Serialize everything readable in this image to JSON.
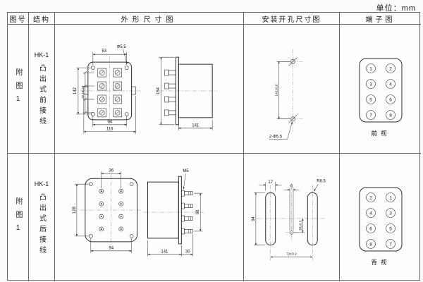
{
  "unit_note": "单位：mm",
  "headers": {
    "fig_no": "图号",
    "structure": "结构",
    "outline": "外形尺寸图",
    "mounting": "安装开孔尺寸图",
    "terminal": "端子图"
  },
  "rows": [
    {
      "fig_label": "附图1",
      "model": "HK-1",
      "structure": "凸出式前接线",
      "outline": {
        "top_width": "53",
        "hole_dia": "Φ5.5",
        "height": "142",
        "row_pitch": "19;19;19",
        "width_inner": "94",
        "width_outer": "116",
        "flange_height": "154",
        "depth": "141"
      },
      "mounting": {
        "hole_pitch": "142±0.8",
        "holes": "2-Φ5.5"
      },
      "terminal": {
        "cells": [
          "1",
          "2",
          "3",
          "4",
          "5",
          "6",
          "7",
          "8"
        ],
        "view_label": "前视"
      }
    },
    {
      "fig_label": "附图1",
      "model": "HK-1",
      "structure": "凸出式后接线",
      "outline": {
        "stud_cols": "36",
        "stud_thread": "M5",
        "height": "128",
        "width": "94",
        "stud_span": "98",
        "stud_len": "30",
        "depth": "141"
      },
      "mounting": {
        "slot_width": "17",
        "hole_dia": "6",
        "slot_radius": "R8.5",
        "slot_length": "94",
        "hole_offset": "38±0.3",
        "slot_pitch": "72±0.2"
      },
      "terminal": {
        "cells": [
          "2",
          "1",
          "4",
          "3",
          "6",
          "5",
          "8",
          "7"
        ],
        "view_label": "背视"
      }
    }
  ]
}
